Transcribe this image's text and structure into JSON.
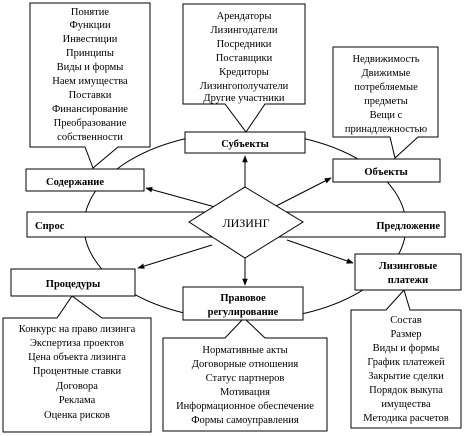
{
  "center": {
    "label": "ЛИЗИНГ"
  },
  "nodes": {
    "subjects": {
      "label": "Субъекты"
    },
    "objects": {
      "label": "Объекты"
    },
    "content": {
      "label": "Содержание"
    },
    "procedures": {
      "label": "Процедуры"
    },
    "legal": {
      "label_lines": [
        "Правовое",
        "регулирование"
      ]
    },
    "payments": {
      "label_lines": [
        "Лизинговые",
        "платежи"
      ]
    },
    "demand": {
      "label": "Спрос"
    },
    "supply": {
      "label": "Предложение"
    }
  },
  "lists": {
    "content": [
      "Понятие",
      "Функции",
      "Инвестиции",
      "Принципы",
      "Виды и формы",
      "Наем имущества",
      "Поставки",
      "Финансирование",
      "Преобразование",
      "собственности"
    ],
    "subjects": [
      "Арендаторы",
      "Лизингодатели",
      "Посредники",
      "Поставщики",
      "Кредиторы",
      "Лизингополучатели",
      "Другие участники"
    ],
    "objects": [
      "Недвижимость",
      "Движимые",
      "потребляемые",
      "предметы",
      "Вещи с",
      "принадлежностью"
    ],
    "procedures": [
      "Конкурс на право лизинга",
      "Экспертиза проектов",
      "Цена объекта лизинга",
      "Процентные ставки",
      "Договора",
      "Реклама",
      "Оценка рисков"
    ],
    "legal": [
      "Нормативные акты",
      "Договорные отношения",
      "Статус партнеров",
      "Мотивация",
      "Информационное обеспечение",
      "Формы самоуправления"
    ],
    "payments": [
      "Состав",
      "Размер",
      "Виды и формы",
      "График платежей",
      "Закрытие сделки",
      "Порядок выкупа",
      "имущества",
      "Методика расчетов"
    ]
  }
}
